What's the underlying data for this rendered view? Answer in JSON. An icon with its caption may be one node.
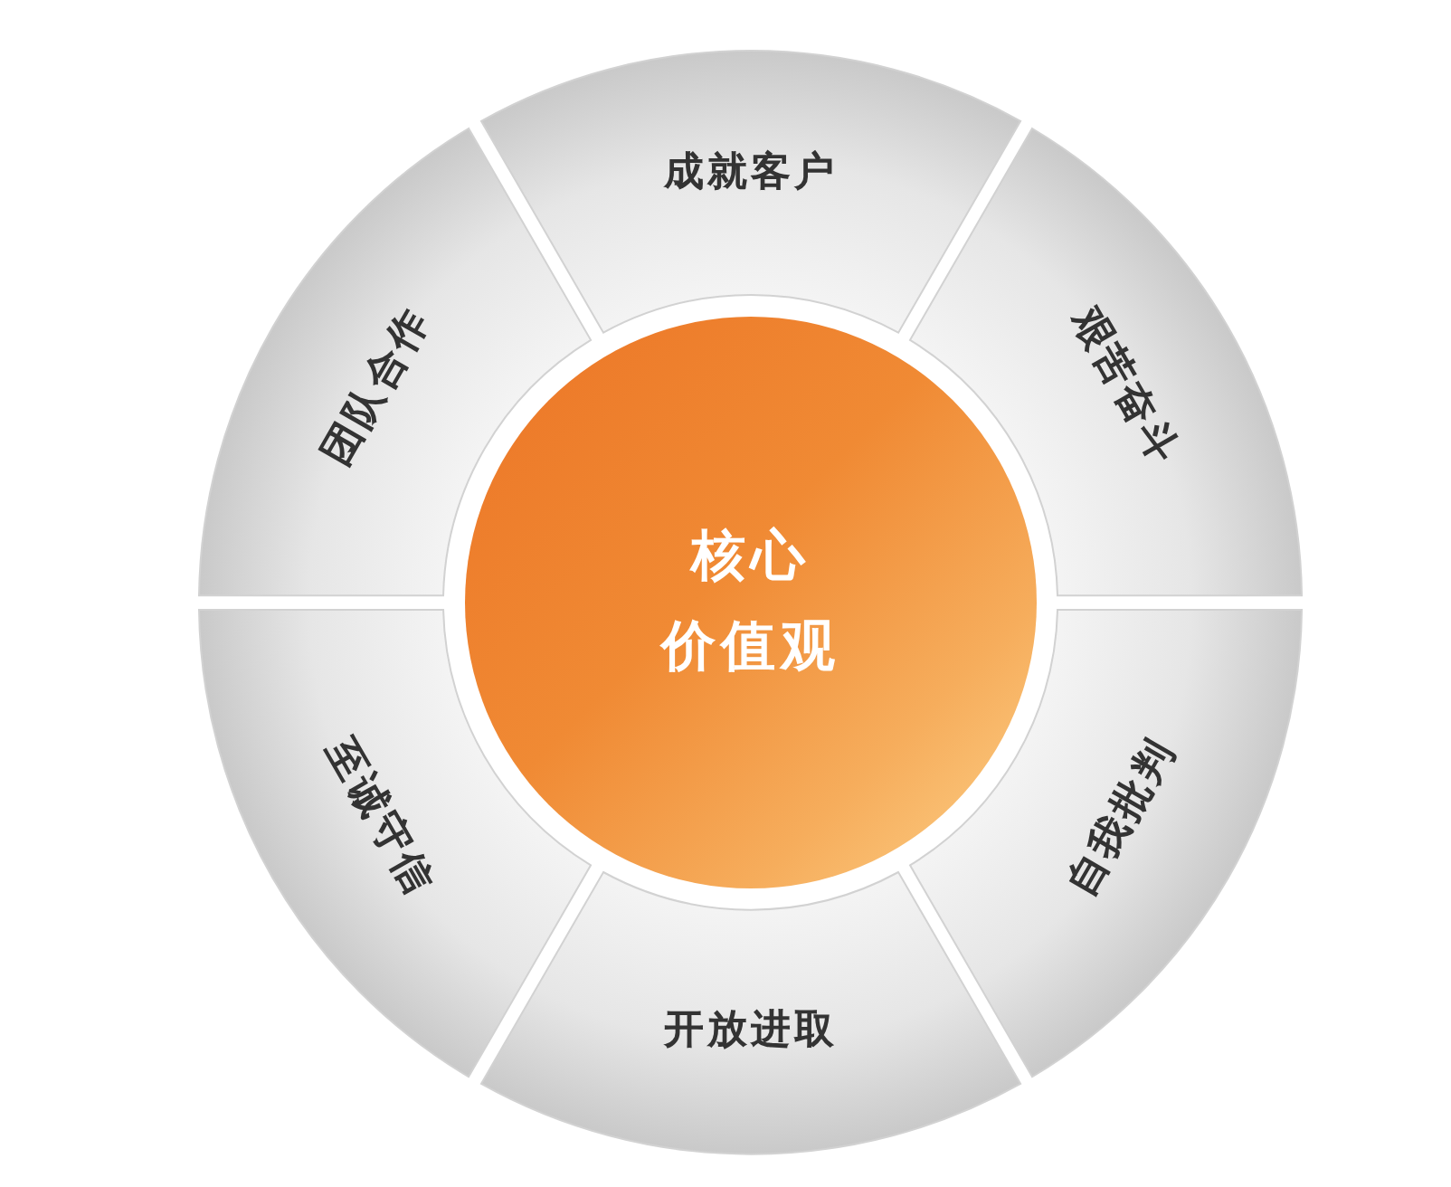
{
  "diagram": {
    "nodes": [
      {
        "text": [
          "核心",
          "价值观"
        ]
      },
      {
        "text": [
          "成就客户"
        ]
      },
      {
        "text": [
          "艰苦奋斗"
        ]
      },
      {
        "text": [
          "自我批判"
        ]
      },
      {
        "text": [
          "开放进取"
        ]
      },
      {
        "text": [
          "至诚守信"
        ]
      },
      {
        "text": [
          "团队合作"
        ]
      }
    ]
  }
}
